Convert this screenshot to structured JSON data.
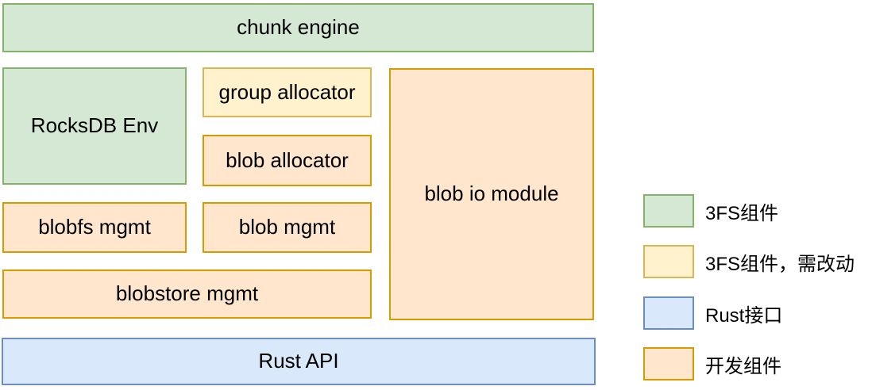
{
  "diagram": {
    "boxes": {
      "chunk_engine": {
        "label": "chunk engine",
        "category": "3fs_component"
      },
      "rocksdb_env": {
        "label": "RocksDB Env",
        "category": "3fs_component"
      },
      "group_allocator": {
        "label": "group allocator",
        "category": "3fs_component_needs_change"
      },
      "blob_allocator": {
        "label": "blob allocator",
        "category": "dev_component"
      },
      "blob_io_module": {
        "label": "blob io module",
        "category": "dev_component"
      },
      "blobfs_mgmt": {
        "label": "blobfs mgmt",
        "category": "dev_component"
      },
      "blob_mgmt": {
        "label": "blob mgmt",
        "category": "dev_component"
      },
      "blobstore_mgmt": {
        "label": "blobstore mgmt",
        "category": "dev_component"
      },
      "rust_api": {
        "label": "Rust API",
        "category": "rust_interface"
      }
    },
    "legend": {
      "items": [
        {
          "label": "3FS组件",
          "color_key": "green"
        },
        {
          "label": "3FS组件，需改动",
          "color_key": "yellow"
        },
        {
          "label": "Rust接口",
          "color_key": "blue"
        },
        {
          "label": "开发组件",
          "color_key": "orange"
        }
      ]
    }
  },
  "colors": {
    "green": {
      "fill": "#d5e8d4",
      "border": "#82b366"
    },
    "yellow": {
      "fill": "#fff2cc",
      "border": "#d6b656"
    },
    "orange": {
      "fill": "#ffe6cc",
      "border": "#d79b00"
    },
    "blue": {
      "fill": "#dae8fc",
      "border": "#6c8ebf"
    },
    "text": {
      "value": "#000000"
    },
    "background": {
      "value": "#ffffff"
    }
  }
}
